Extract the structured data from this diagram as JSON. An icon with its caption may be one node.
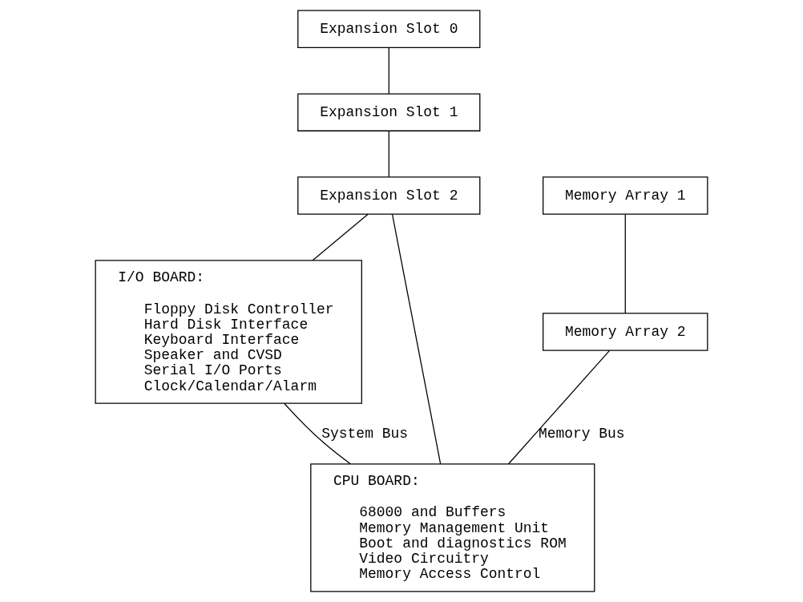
{
  "diagram": {
    "nodes": [
      {
        "text": [
          "Expansion Slot 0"
        ]
      },
      {
        "text": [
          "Expansion Slot 1"
        ]
      },
      {
        "text": [
          "Expansion Slot 2"
        ]
      },
      {
        "text": [
          "Memory Array 1"
        ]
      },
      {
        "text": [
          "Memory Array 2"
        ]
      },
      {
        "text": [
          "I/O BOARD:",
          "Floppy Disk Controller",
          "Hard Disk Interface",
          "Keyboard Interface",
          "Speaker and CVSD",
          "Serial I/O Ports",
          "Clock/Calendar/Alarm"
        ]
      },
      {
        "text": [
          "CPU BOARD:",
          "68000 and Buffers",
          "Memory Management Unit",
          "Boot and diagnostics ROM",
          "Video Circuitry",
          "Memory Access Control"
        ]
      }
    ],
    "edges": [
      {
        "from": 0,
        "to": 1,
        "arrow": "none"
      },
      {
        "from": 1,
        "to": 2,
        "arrow": "none"
      },
      {
        "from": 3,
        "to": 4,
        "arrow": "none"
      },
      {
        "from": 2,
        "to": 5,
        "arrow": "none"
      },
      {
        "from": 2,
        "to": 6,
        "arrow": "none"
      },
      {
        "from": 5,
        "to": 6,
        "arrow": "none",
        "label": "System Bus"
      },
      {
        "from": 4,
        "to": 6,
        "arrow": "none",
        "label": "Memory Bus"
      }
    ]
  }
}
